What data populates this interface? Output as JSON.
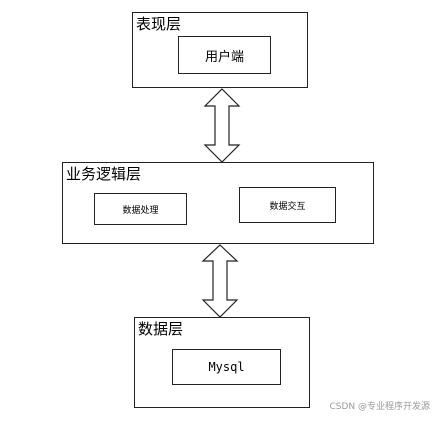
{
  "layers": {
    "presentation": {
      "title": "表现层",
      "modules": {
        "client": "用户端"
      }
    },
    "business": {
      "title": "业务逻辑层",
      "modules": {
        "data_processing": "数据处理",
        "data_exchange": "数据交互"
      }
    },
    "data": {
      "title": "数据层",
      "modules": {
        "database": "Mysql"
      }
    }
  },
  "watermark": "CSDN @专业程序开发源"
}
